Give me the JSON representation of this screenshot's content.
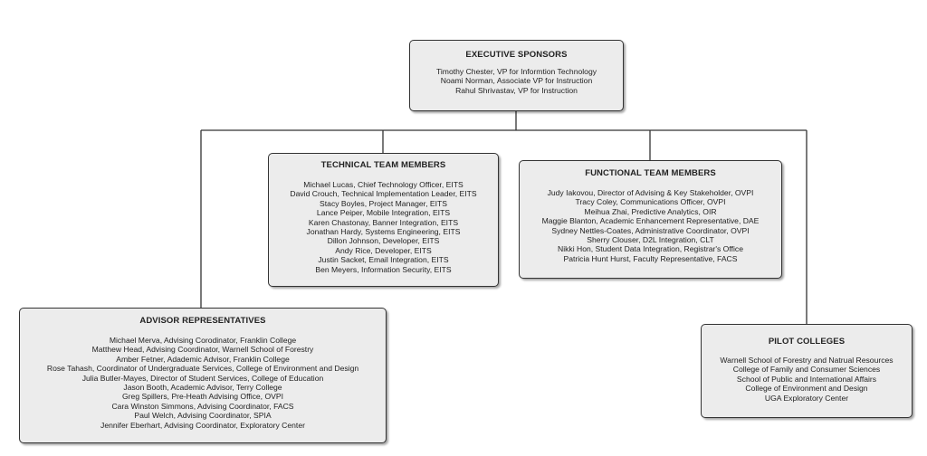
{
  "executive": {
    "title": "EXECUTIVE SPONSORS",
    "members": [
      "Timothy Chester, VP for Informtion Technology",
      "Noami Norman, Associate VP for Instruction",
      "Rahul Shrivastav, VP for Instruction"
    ]
  },
  "technical": {
    "title": "TECHNICAL TEAM MEMBERS",
    "members": [
      "Michael Lucas, Chief Technology Officer, EITS",
      "David Crouch, Technical Implementation Leader, EITS",
      "Stacy Boyles, Project Manager, EITS",
      "Lance Peiper, Mobile Integration,  EITS",
      "Karen Chastonay, Banner Integration, EITS",
      "Jonathan Hardy, Systems Engineering, EITS",
      "Dillon Johnson, Developer, EITS",
      "Andy Rice, Developer, EITS",
      "Justin Sacket, Email Integration, EITS",
      "Ben Meyers, Information Security, EITS"
    ]
  },
  "functional": {
    "title": "FUNCTIONAL TEAM MEMBERS",
    "members": [
      "Judy Iakovou, Director of Advising & Key Stakeholder, OVPI",
      "Tracy Coley, Communications Officer, OVPI",
      "Meihua Zhai, Predictive Analytics, OIR",
      "Maggie Blanton, Academic Enhancement Representative, DAE",
      "Sydney Nettles-Coates, Administrative Coordinator, OVPI",
      "Sherry Clouser, D2L Integration, CLT",
      "Nikki Hon, Student Data Integration, Registrar's Office",
      "Patricia Hunt Hurst, Faculty Representative, FACS"
    ]
  },
  "advisors": {
    "title": "ADVISOR REPRESENTATIVES",
    "members": [
      "Michael Merva, Advising Corodinator, Franklin College",
      "Matthew Head, Advising Coordinator, Warnell School of Forestry",
      "Amber Fetner, Adademic Advisor, Franklin College",
      "Rose Tahash, Coordinator of Undergraduate Services, College of Environment and Design",
      "Julia Butler-Mayes, Director of Student Services, College of Education",
      "Jason Booth, Academic Advisor, Terry College",
      "Greg Spillers, Pre-Heath Advising Office, OVPI",
      "Cara Winston Simmons, Advising Coordinator, FACS",
      "Paul Welch, Advising Coordinator, SPIA",
      "Jennifer Eberhart, Advising Coordinator, Exploratory Center"
    ]
  },
  "pilot": {
    "title": "PILOT COLLEGES",
    "members": [
      "Warnell School of Forestry and Natrual Resources",
      "College of Family and Consumer Sciences",
      "School of Public and International Affairs",
      "College of Environment and Design",
      "UGA Exploratory Center"
    ]
  },
  "colors": {
    "box_fill": "#ececec",
    "border": "#333333",
    "connector": "#333333"
  }
}
